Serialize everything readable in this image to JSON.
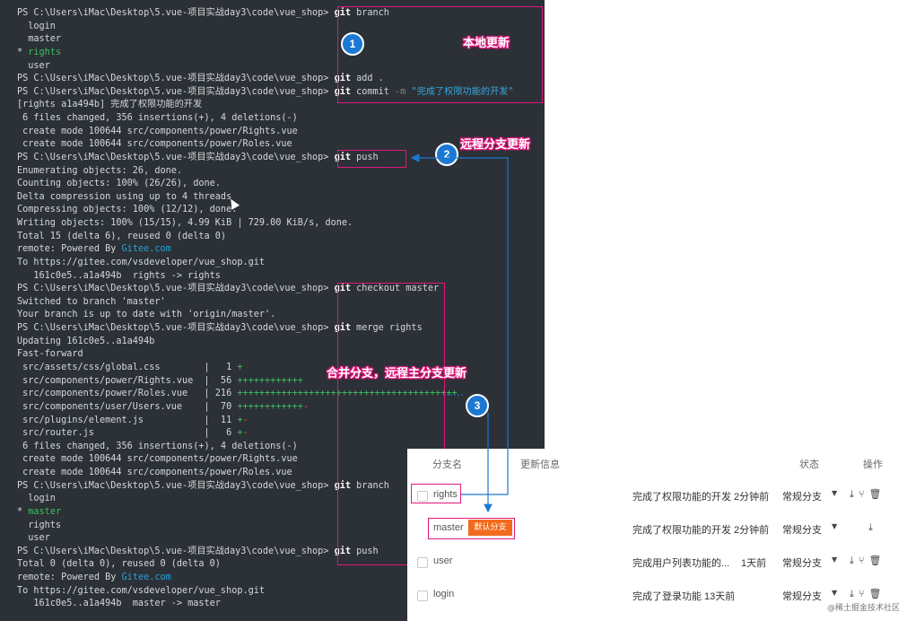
{
  "terminal": {
    "lines": [
      [
        {
          "t": "PS C:\\Users\\iMac\\Desktop\\5.vue-项目实战day3\\code\\vue_shop> "
        },
        {
          "t": "git",
          "c": "bold"
        },
        {
          "t": " branch"
        }
      ],
      [
        {
          "t": "  login"
        }
      ],
      [
        {
          "t": "  master"
        }
      ],
      [
        {
          "t": "* "
        },
        {
          "t": "rights",
          "c": "green"
        }
      ],
      [
        {
          "t": "  user"
        }
      ],
      [
        {
          "t": "PS C:\\Users\\iMac\\Desktop\\5.vue-项目实战day3\\code\\vue_shop> "
        },
        {
          "t": "git",
          "c": "bold"
        },
        {
          "t": " add ."
        }
      ],
      [
        {
          "t": "PS C:\\Users\\iMac\\Desktop\\5.vue-项目实战day3\\code\\vue_shop> "
        },
        {
          "t": "git",
          "c": "bold"
        },
        {
          "t": " commit "
        },
        {
          "t": "-m",
          "c": "dim"
        },
        {
          "t": " \"完成了权限功能的开发\"",
          "c": "str"
        }
      ],
      [
        {
          "t": "[rights a1a494b] 完成了权限功能的开发"
        }
      ],
      [
        {
          "t": " 6 files changed, 356 insertions(+), 4 deletions(-)"
        }
      ],
      [
        {
          "t": " create mode 100644 src/components/power/Rights.vue"
        }
      ],
      [
        {
          "t": " create mode 100644 src/components/power/Roles.vue"
        }
      ],
      [
        {
          "t": "PS C:\\Users\\iMac\\Desktop\\5.vue-项目实战day3\\code\\vue_shop> "
        },
        {
          "t": "git",
          "c": "bold"
        },
        {
          "t": " push"
        }
      ],
      [
        {
          "t": "Enumerating objects: 26, done."
        }
      ],
      [
        {
          "t": "Counting objects: 100% (26/26), done."
        }
      ],
      [
        {
          "t": "Delta compression using up to 4 threads"
        }
      ],
      [
        {
          "t": "Compressing objects: 100% (12/12), done."
        }
      ],
      [
        {
          "t": "Writing objects: 100% (15/15), 4.99 KiB | 729.00 KiB/s, done."
        }
      ],
      [
        {
          "t": "Total 15 (delta 6), reused 0 (delta 0)"
        }
      ],
      [
        {
          "t": "remote: Powered By "
        },
        {
          "t": "Gitee.com",
          "c": "cyan"
        }
      ],
      [
        {
          "t": "To https://gitee.com/vsdeveloper/vue_shop.git"
        }
      ],
      [
        {
          "t": "   161c0e5..a1a494b  rights -> rights"
        }
      ],
      [
        {
          "t": "PS C:\\Users\\iMac\\Desktop\\5.vue-项目实战day3\\code\\vue_shop> "
        },
        {
          "t": "git",
          "c": "bold"
        },
        {
          "t": " checkout master"
        }
      ],
      [
        {
          "t": "Switched to branch 'master'"
        }
      ],
      [
        {
          "t": "Your branch is up to date with 'origin/master'."
        }
      ],
      [
        {
          "t": "PS C:\\Users\\iMac\\Desktop\\5.vue-项目实战day3\\code\\vue_shop> "
        },
        {
          "t": "git",
          "c": "bold"
        },
        {
          "t": " merge rights"
        }
      ],
      [
        {
          "t": "Updating 161c0e5..a1a494b"
        }
      ],
      [
        {
          "t": "Fast-forward"
        }
      ],
      [
        {
          "t": " src/assets/css/global.css        |   1 "
        },
        {
          "t": "+",
          "c": "plus"
        }
      ],
      [
        {
          "t": " src/components/power/Rights.vue  |  56 "
        },
        {
          "t": "++++++++++++",
          "c": "plus"
        }
      ],
      [
        {
          "t": " src/components/power/Roles.vue   | 216 "
        },
        {
          "t": "++++++++++++++++++++++++++++++++++++++++",
          "c": "plus"
        }
      ],
      [
        {
          "t": " src/components/user/Users.vue    |  70 "
        },
        {
          "t": "++++++++++++",
          "c": "plus"
        },
        {
          "t": "-",
          "c": "minus"
        }
      ],
      [
        {
          "t": " src/plugins/element.js           |  11 "
        },
        {
          "t": "+",
          "c": "plus"
        },
        {
          "t": "-",
          "c": "minus"
        }
      ],
      [
        {
          "t": " src/router.js                    |   6 "
        },
        {
          "t": "+",
          "c": "plus"
        },
        {
          "t": "-",
          "c": "minus"
        }
      ],
      [
        {
          "t": " 6 files changed, 356 insertions(+), 4 deletions(-)"
        }
      ],
      [
        {
          "t": " create mode 100644 src/components/power/Rights.vue"
        }
      ],
      [
        {
          "t": " create mode 100644 src/components/power/Roles.vue"
        }
      ],
      [
        {
          "t": "PS C:\\Users\\iMac\\Desktop\\5.vue-项目实战day3\\code\\vue_shop> "
        },
        {
          "t": "git",
          "c": "bold"
        },
        {
          "t": " branch"
        }
      ],
      [
        {
          "t": "  login"
        }
      ],
      [
        {
          "t": "* "
        },
        {
          "t": "master",
          "c": "green"
        }
      ],
      [
        {
          "t": "  rights"
        }
      ],
      [
        {
          "t": "  user"
        }
      ],
      [
        {
          "t": "PS C:\\Users\\iMac\\Desktop\\5.vue-项目实战day3\\code\\vue_shop> "
        },
        {
          "t": "git",
          "c": "bold"
        },
        {
          "t": " push"
        }
      ],
      [
        {
          "t": "Total 0 (delta 0), reused 0 (delta 0)"
        }
      ],
      [
        {
          "t": "remote: Powered By "
        },
        {
          "t": "Gitee.com",
          "c": "cyan"
        }
      ],
      [
        {
          "t": "To https://gitee.com/vsdeveloper/vue_shop.git"
        }
      ],
      [
        {
          "t": "   161c0e5..a1a494b  master -> master"
        }
      ]
    ]
  },
  "annotations": {
    "label1": "本地更新",
    "label2": "远程分支更新",
    "label3": "合并分支，远程主分支更新",
    "badge1": "1",
    "badge2": "2",
    "badge3": "3"
  },
  "branch_table": {
    "headers": {
      "name": "分支名",
      "update": "更新信息",
      "state": "状态",
      "action": "操作"
    },
    "rows": [
      {
        "name": "rights",
        "update": "完成了权限功能的开发",
        "time": "2分钟前",
        "state": "常规分支",
        "has_checkbox": true,
        "default_tag": ""
      },
      {
        "name": "master",
        "update": "完成了权限功能的开发",
        "time": "2分钟前",
        "state": "常规分支",
        "has_checkbox": false,
        "default_tag": "默认分支"
      },
      {
        "name": "user",
        "update": "完成用户列表功能的...",
        "time": "1天前",
        "state": "常规分支",
        "has_checkbox": true,
        "default_tag": ""
      },
      {
        "name": "login",
        "update": "完成了登录功能",
        "time": "13天前",
        "state": "常规分支",
        "has_checkbox": true,
        "default_tag": ""
      }
    ]
  },
  "watermark": "@稀土掘金技术社区",
  "colors": {
    "terminal_bg": "#2b3136",
    "highlight": "#e0187c",
    "badge": "#1c78d2",
    "default_tag": "#f26b1d",
    "arrow": "#1c78d2"
  }
}
